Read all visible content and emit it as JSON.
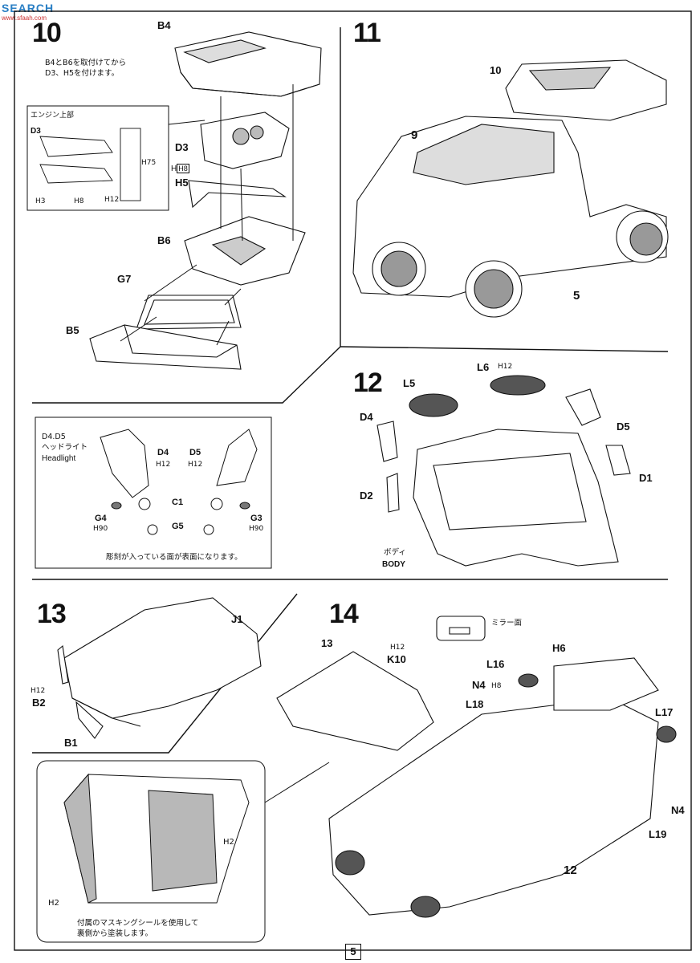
{
  "watermark": {
    "text": "SEARCH",
    "sub": "www.sfaah.com"
  },
  "steps": {
    "s10": {
      "number": "10",
      "note": "B4とB6を取付けてから\nD3、H5を付けます。",
      "inset_title": "エンジン上部",
      "parts": {
        "b4": "B4",
        "d3": "D3",
        "h8": "H8",
        "h5": "H5",
        "b6": "B6",
        "g7": "G7",
        "b5": "B5"
      },
      "inset_parts": {
        "d3": "D3",
        "h3": "H3",
        "h8": "H8",
        "h12": "H12",
        "h75": "H75"
      }
    },
    "s11": {
      "number": "11",
      "parts": {
        "p10": "10",
        "p9": "9",
        "p5": "5"
      }
    },
    "headlight": {
      "title_jp": "D4.D5\nヘッドライト",
      "title_en": "Headlight",
      "parts": {
        "d4": "D4",
        "d5": "D5",
        "h12a": "H12",
        "h12b": "H12",
        "c1": "C1",
        "g4": "G4",
        "g3": "G3",
        "g5": "G5",
        "h90a": "H90",
        "h90b": "H90"
      },
      "note": "彫刻が入っている面が表面になります。"
    },
    "s12": {
      "number": "12",
      "parts": {
        "l5": "L5",
        "l6": "L6",
        "h12": "H12",
        "d4": "D4",
        "d5": "D5",
        "d1": "D1",
        "d2": "D2",
        "body_jp": "ボディ",
        "body_en": "BODY"
      }
    },
    "s13": {
      "number": "13",
      "parts": {
        "j1": "J1",
        "h12": "H12",
        "b2": "B2",
        "b1": "B1"
      }
    },
    "mask": {
      "parts": {
        "h2": "H2"
      },
      "note": "付属のマスキングシールを使用して\n裏側から塗装します。"
    },
    "s14": {
      "number": "14",
      "mirror": "ミラー面",
      "parts": {
        "p13": "13",
        "h12": "H12",
        "k10": "K10",
        "l16": "L16",
        "n4": "N4",
        "h8": "H8",
        "l18": "L18",
        "h6": "H6",
        "l17": "L17",
        "l19": "L19",
        "p12": "12"
      }
    }
  },
  "page_number": "5"
}
